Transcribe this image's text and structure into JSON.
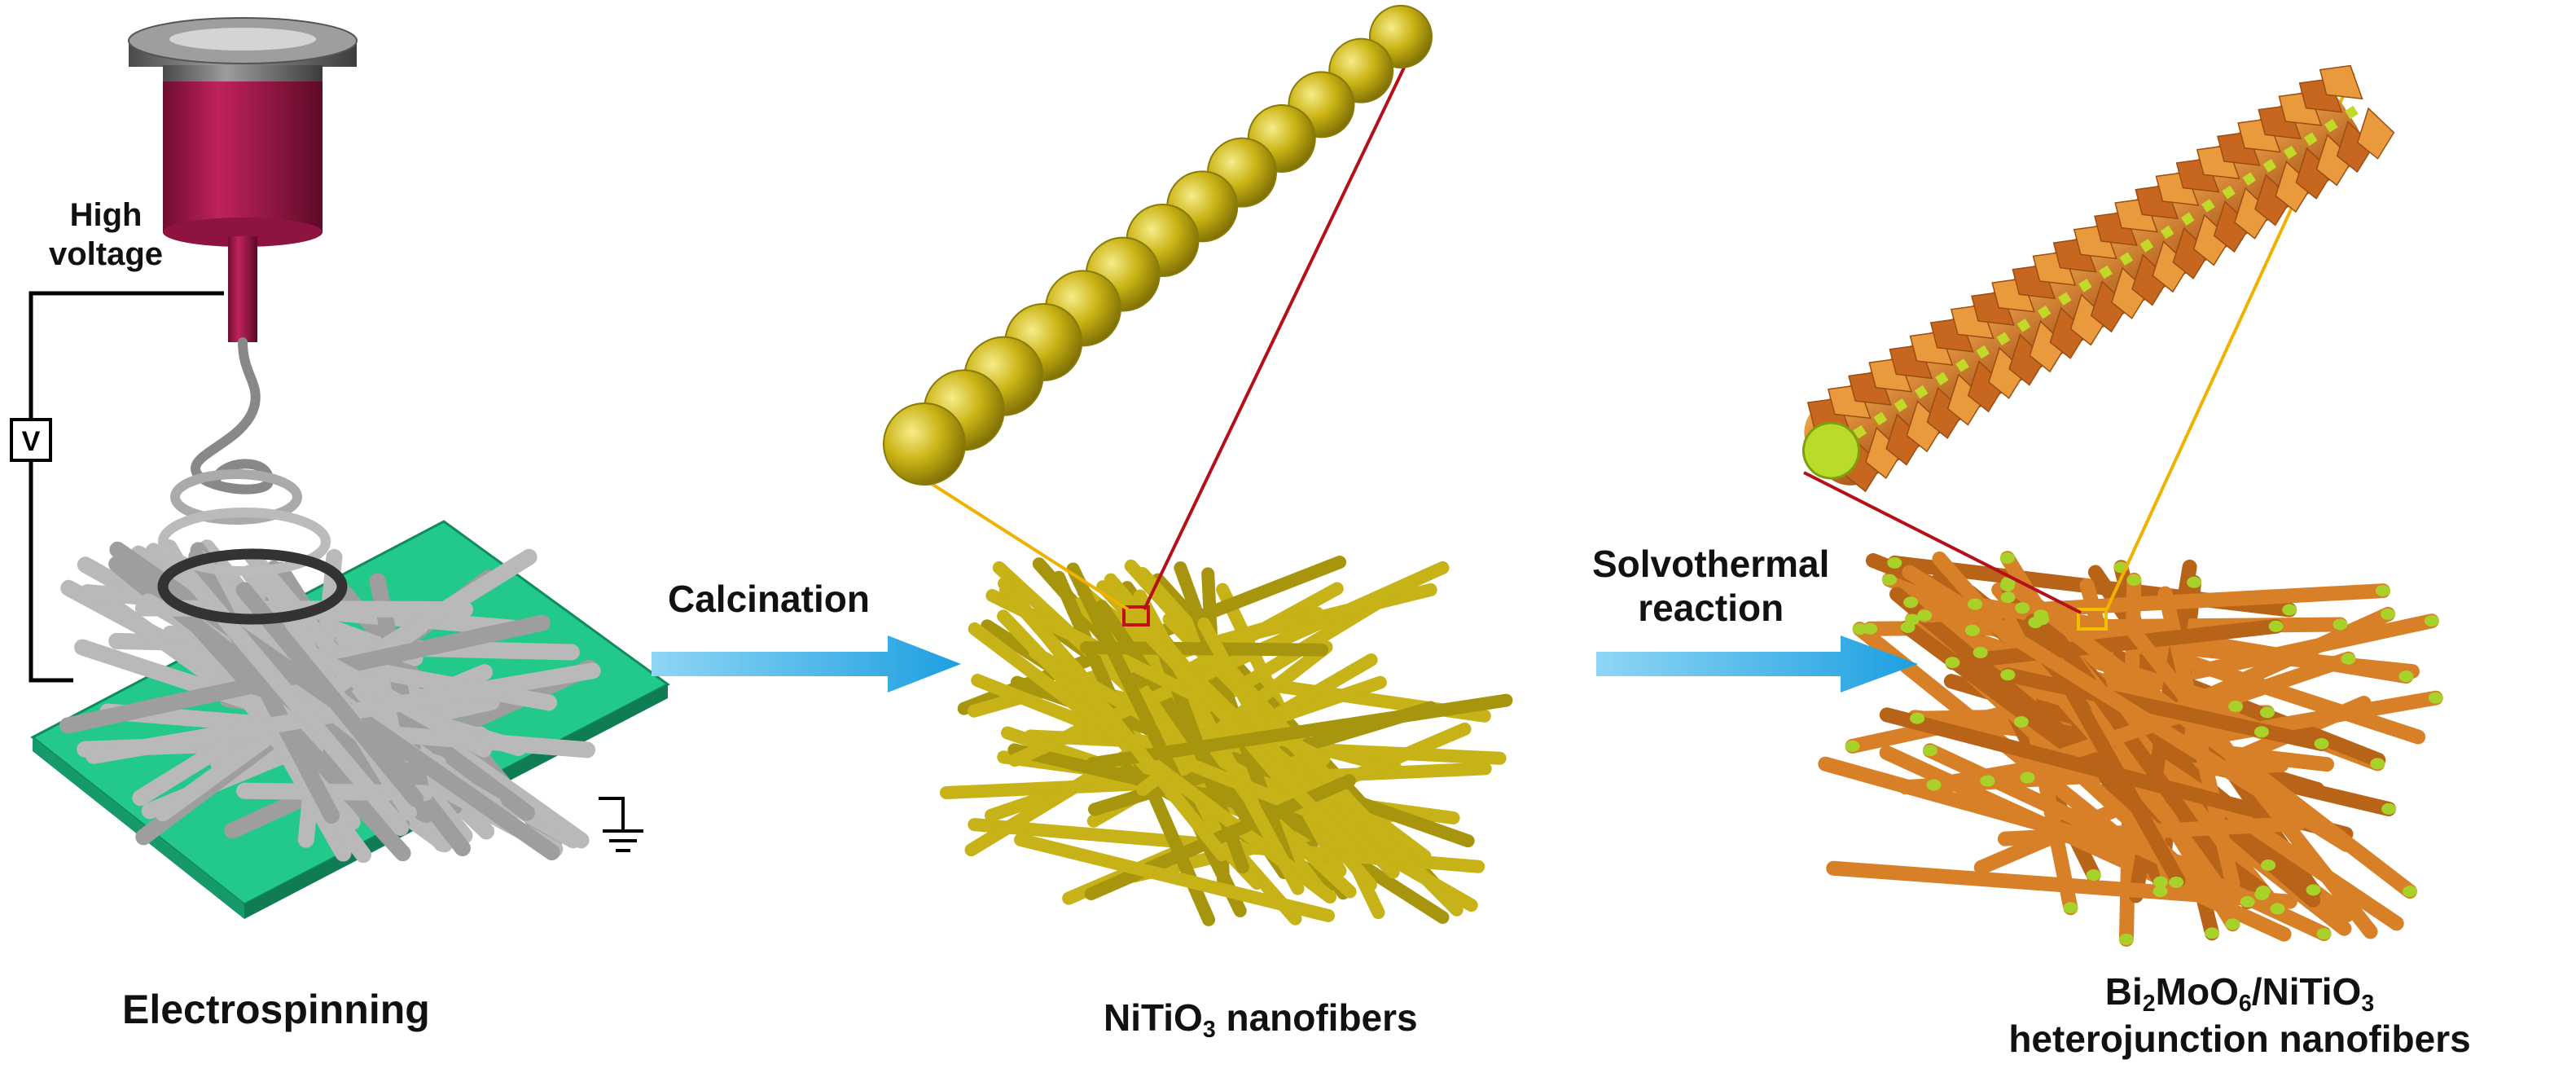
{
  "labels": {
    "high_voltage_line1": "High",
    "high_voltage_line2": "voltage",
    "voltmeter": "V",
    "step1_arrow": "Calcination",
    "step2_arrow_line1": "Solvothermal",
    "step2_arrow_line2": "reaction",
    "panel1_caption": "Electrospinning",
    "panel2_caption_pre": "NiTiO",
    "panel2_caption_sub": "3",
    "panel2_caption_post": " nanofibers",
    "panel3_caption_line1_a": "Bi",
    "panel3_caption_line1_sub1": "2",
    "panel3_caption_line1_b": "MoO",
    "panel3_caption_line1_sub2": "6",
    "panel3_caption_line1_c": "/NiTiO",
    "panel3_caption_line1_sub3": "3",
    "panel3_caption_line2": "heterojunction nanofibers"
  },
  "colors": {
    "syringe_body": "#a0164a",
    "syringe_cap": "#7a7a7a",
    "substrate": "#22c98a",
    "fiber_gray": "#bdbdbd",
    "fiber_yellow": "#c9b416",
    "fiber_orange": "#d9822b",
    "arrow_blue": "#29aee6",
    "zoom_line_red": "#b0101a",
    "zoom_line_yellow": "#f2c200",
    "fiber_tip_green": "#a6d32a"
  },
  "icons": [
    "syringe-icon",
    "ground-symbol-icon",
    "voltmeter-icon",
    "process-arrow-icon"
  ]
}
